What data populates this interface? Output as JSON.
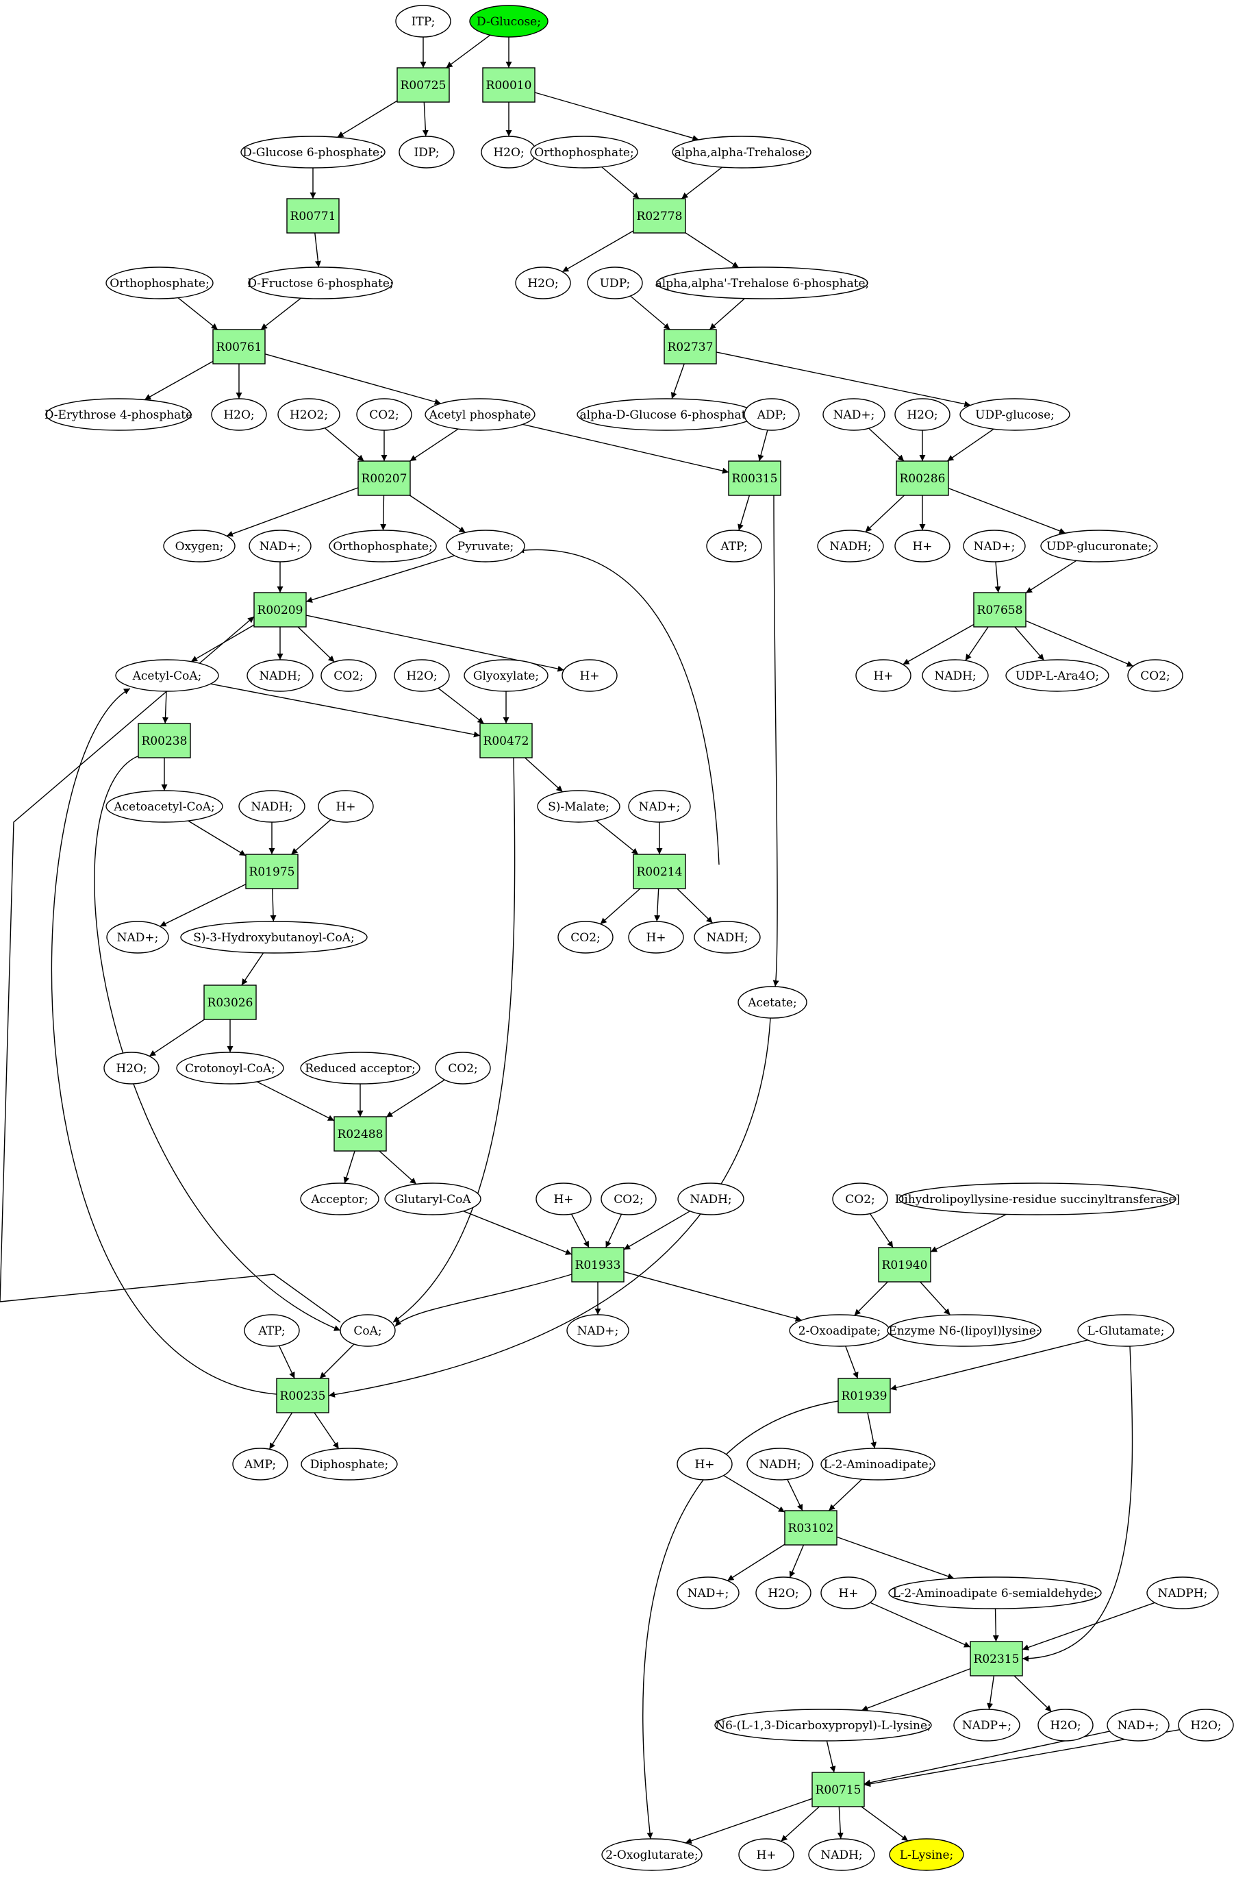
{
  "colors": {
    "reaction_fill": "#98F898",
    "compound_fill": "#FFFFFF",
    "source_fill": "#00EE00",
    "target_fill": "#FFFF00",
    "line": "#000000"
  },
  "source_compound": "D-Glucose;",
  "target_compound": "L-Lysine;",
  "compounds": [
    {
      "id": "itp",
      "label": "ITP;"
    },
    {
      "id": "dglc",
      "label": "D-Glucose;"
    },
    {
      "id": "g6p",
      "label": "D-Glucose 6-phosphate;"
    },
    {
      "id": "idp",
      "label": "IDP;"
    },
    {
      "id": "h2o_a",
      "label": "H2O;"
    },
    {
      "id": "pi_a",
      "label": "Orthophosphate;"
    },
    {
      "id": "tre",
      "label": "alpha,alpha-Trehalose;"
    },
    {
      "id": "pi_b",
      "label": "Orthophosphate;"
    },
    {
      "id": "f6p",
      "label": "D-Fructose 6-phosphate;"
    },
    {
      "id": "h2o_b",
      "label": "H2O;"
    },
    {
      "id": "udp",
      "label": "UDP;"
    },
    {
      "id": "t6p",
      "label": "alpha,alpha'-Trehalose 6-phosphate;"
    },
    {
      "id": "e4p",
      "label": "D-Erythrose 4-phosphate"
    },
    {
      "id": "h2o_c",
      "label": "H2O;"
    },
    {
      "id": "h2o2",
      "label": "H2O2;"
    },
    {
      "id": "co2_a",
      "label": "CO2;"
    },
    {
      "id": "acp",
      "label": "Acetyl phosphate"
    },
    {
      "id": "ag6p",
      "label": "alpha-D-Glucose 6-phosphate"
    },
    {
      "id": "adp",
      "label": "ADP;"
    },
    {
      "id": "nadp_a",
      "label": "NAD+;"
    },
    {
      "id": "h2o_d",
      "label": "H2O;"
    },
    {
      "id": "udpg",
      "label": "UDP-glucose;"
    },
    {
      "id": "oxy",
      "label": "Oxygen;"
    },
    {
      "id": "nad_b",
      "label": "NAD+;"
    },
    {
      "id": "pi_c",
      "label": "Orthophosphate;"
    },
    {
      "id": "pyr",
      "label": "Pyruvate;"
    },
    {
      "id": "atp_a",
      "label": "ATP;"
    },
    {
      "id": "nadh_a",
      "label": "NADH;"
    },
    {
      "id": "hp_a",
      "label": "H+"
    },
    {
      "id": "nad_c",
      "label": "NAD+;"
    },
    {
      "id": "udpgu",
      "label": "UDP-glucuronate;"
    },
    {
      "id": "accoa",
      "label": "Acetyl-CoA;"
    },
    {
      "id": "nadh_b",
      "label": "NADH;"
    },
    {
      "id": "co2_b",
      "label": "CO2;"
    },
    {
      "id": "h2o_e",
      "label": "H2O;"
    },
    {
      "id": "glx",
      "label": "Glyoxylate;"
    },
    {
      "id": "hp_b",
      "label": "H+"
    },
    {
      "id": "hp_c",
      "label": "H+"
    },
    {
      "id": "nadh_c",
      "label": "NADH;"
    },
    {
      "id": "udpara",
      "label": "UDP-L-Ara4O;"
    },
    {
      "id": "co2_c",
      "label": "CO2;"
    },
    {
      "id": "aacoa",
      "label": "Acetoacetyl-CoA;"
    },
    {
      "id": "nadh_d",
      "label": "NADH;"
    },
    {
      "id": "hp_d",
      "label": "H+"
    },
    {
      "id": "mal",
      "label": "S)-Malate;"
    },
    {
      "id": "nad_d",
      "label": "NAD+;"
    },
    {
      "id": "nad_e",
      "label": "NAD+;"
    },
    {
      "id": "hbcoa",
      "label": "S)-3-Hydroxybutanoyl-CoA;"
    },
    {
      "id": "co2_d",
      "label": "CO2;"
    },
    {
      "id": "hp_e",
      "label": "H+"
    },
    {
      "id": "nadh_e",
      "label": "NADH;"
    },
    {
      "id": "acet",
      "label": "Acetate;"
    },
    {
      "id": "h2o_f",
      "label": "H2O;"
    },
    {
      "id": "crcoa",
      "label": "Crotonoyl-CoA;"
    },
    {
      "id": "redacc",
      "label": "Reduced acceptor;"
    },
    {
      "id": "co2_e",
      "label": "CO2;"
    },
    {
      "id": "acc",
      "label": "Acceptor;"
    },
    {
      "id": "glucoa",
      "label": "Glutaryl-CoA"
    },
    {
      "id": "hp_f",
      "label": "H+"
    },
    {
      "id": "co2_f",
      "label": "CO2;"
    },
    {
      "id": "nadh_f",
      "label": "NADH;"
    },
    {
      "id": "co2_g",
      "label": "CO2;"
    },
    {
      "id": "dlst",
      "label": "Dihydrolipoyllysine-residue succinyltransferase]"
    },
    {
      "id": "atp_b",
      "label": "ATP;"
    },
    {
      "id": "coa",
      "label": "CoA;"
    },
    {
      "id": "nad_f",
      "label": "NAD+;"
    },
    {
      "id": "oxad",
      "label": "2-Oxoadipate;"
    },
    {
      "id": "enzl",
      "label": "Enzyme N6-(lipoyl)lysine;"
    },
    {
      "id": "lglu",
      "label": "L-Glutamate;"
    },
    {
      "id": "amp",
      "label": "AMP;"
    },
    {
      "id": "ppi",
      "label": "Diphosphate;"
    },
    {
      "id": "hp_g",
      "label": "H+"
    },
    {
      "id": "nadh_g",
      "label": "NADH;"
    },
    {
      "id": "laad",
      "label": "L-2-Aminoadipate;"
    },
    {
      "id": "nad_g",
      "label": "NAD+;"
    },
    {
      "id": "h2o_g",
      "label": "H2O;"
    },
    {
      "id": "hp_h",
      "label": "H+"
    },
    {
      "id": "laas",
      "label": "L-2-Aminoadipate 6-semialdehyde;"
    },
    {
      "id": "nadph",
      "label": "NADPH;"
    },
    {
      "id": "n6",
      "label": "N6-(L-1,3-Dicarboxypropyl)-L-lysine;"
    },
    {
      "id": "nadpp",
      "label": "NADP+;"
    },
    {
      "id": "h2o_h",
      "label": "H2O;"
    },
    {
      "id": "nad_h",
      "label": "NAD+;"
    },
    {
      "id": "h2o_i",
      "label": "H2O;"
    },
    {
      "id": "oxog",
      "label": "2-Oxoglutarate;"
    },
    {
      "id": "hp_i",
      "label": "H+"
    },
    {
      "id": "nadh_h",
      "label": "NADH;"
    },
    {
      "id": "lys",
      "label": "L-Lysine;"
    }
  ],
  "reactions": [
    {
      "id": "R00725",
      "label": "R00725"
    },
    {
      "id": "R00010",
      "label": "R00010"
    },
    {
      "id": "R02778",
      "label": "R02778"
    },
    {
      "id": "R00771",
      "label": "R00771"
    },
    {
      "id": "R02737",
      "label": "R02737"
    },
    {
      "id": "R00761",
      "label": "R00761"
    },
    {
      "id": "R00207",
      "label": "R00207"
    },
    {
      "id": "R00315",
      "label": "R00315"
    },
    {
      "id": "R00286",
      "label": "R00286"
    },
    {
      "id": "R00209",
      "label": "R00209"
    },
    {
      "id": "R07658",
      "label": "R07658"
    },
    {
      "id": "R00238",
      "label": "R00238"
    },
    {
      "id": "R00472",
      "label": "R00472"
    },
    {
      "id": "R01975",
      "label": "R01975"
    },
    {
      "id": "R00214",
      "label": "R00214"
    },
    {
      "id": "R03026",
      "label": "R03026"
    },
    {
      "id": "R02488",
      "label": "R02488"
    },
    {
      "id": "R01933",
      "label": "R01933"
    },
    {
      "id": "R01940",
      "label": "R01940"
    },
    {
      "id": "R00235",
      "label": "R00235"
    },
    {
      "id": "R01939",
      "label": "R01939"
    },
    {
      "id": "R03102",
      "label": "R03102"
    },
    {
      "id": "R02315",
      "label": "R02315"
    },
    {
      "id": "R00715",
      "label": "R00715"
    }
  ],
  "edges": [
    [
      "itp",
      "R00725"
    ],
    [
      "dglc",
      "R00725"
    ],
    [
      "dglc",
      "R00010"
    ],
    [
      "R00725",
      "g6p"
    ],
    [
      "R00725",
      "idp"
    ],
    [
      "R00010",
      "h2o_a"
    ],
    [
      "R00010",
      "tre"
    ],
    [
      "g6p",
      "R00771"
    ],
    [
      "R00771",
      "f6p"
    ],
    [
      "pi_a",
      "R02778"
    ],
    [
      "tre",
      "R02778"
    ],
    [
      "R02778",
      "h2o_b"
    ],
    [
      "R02778",
      "t6p"
    ],
    [
      "pi_b",
      "R00761"
    ],
    [
      "f6p",
      "R00761"
    ],
    [
      "udp",
      "R02737"
    ],
    [
      "t6p",
      "R02737"
    ],
    [
      "R00761",
      "e4p"
    ],
    [
      "R00761",
      "h2o_c"
    ],
    [
      "R00761",
      "acp"
    ],
    [
      "R02737",
      "ag6p"
    ],
    [
      "R02737",
      "udpg"
    ],
    [
      "h2o2",
      "R00207"
    ],
    [
      "co2_a",
      "R00207"
    ],
    [
      "acp",
      "R00207"
    ],
    [
      "acp",
      "R00315"
    ],
    [
      "adp",
      "R00315"
    ],
    [
      "nadp_a",
      "R00286"
    ],
    [
      "h2o_d",
      "R00286"
    ],
    [
      "udpg",
      "R00286"
    ],
    [
      "R00207",
      "oxy"
    ],
    [
      "R00207",
      "pi_c"
    ],
    [
      "R00207",
      "pyr"
    ],
    [
      "R00315",
      "atp_a"
    ],
    [
      "R00315",
      "acet"
    ],
    [
      "R00286",
      "nadh_a"
    ],
    [
      "R00286",
      "hp_a"
    ],
    [
      "R00286",
      "udpgu"
    ],
    [
      "nad_b",
      "R00209"
    ],
    [
      "pyr",
      "R00209"
    ],
    [
      "nad_c",
      "R07658"
    ],
    [
      "udpgu",
      "R07658"
    ],
    [
      "R00209",
      "accoa"
    ],
    [
      "R00209",
      "nadh_b"
    ],
    [
      "R00209",
      "co2_b"
    ],
    [
      "R00209",
      "hp_b"
    ],
    [
      "R07658",
      "hp_c"
    ],
    [
      "R07658",
      "nadh_c"
    ],
    [
      "R07658",
      "udpara"
    ],
    [
      "R07658",
      "co2_c"
    ],
    [
      "accoa",
      "R00238"
    ],
    [
      "accoa",
      "R00472"
    ],
    [
      "h2o_e",
      "R00472"
    ],
    [
      "glx",
      "R00472"
    ],
    [
      "R00238",
      "aacoa"
    ],
    [
      "R00238",
      "coa"
    ],
    [
      "R00472",
      "mal"
    ],
    [
      "R00472",
      "coa"
    ],
    [
      "aacoa",
      "R01975"
    ],
    [
      "nadh_d",
      "R01975"
    ],
    [
      "hp_d",
      "R01975"
    ],
    [
      "mal",
      "R00214"
    ],
    [
      "nad_d",
      "R00214"
    ],
    [
      "R01975",
      "nad_e"
    ],
    [
      "R01975",
      "hbcoa"
    ],
    [
      "R00214",
      "co2_d"
    ],
    [
      "R00214",
      "hp_e"
    ],
    [
      "R00214",
      "nadh_e"
    ],
    [
      "R00214",
      "pyr"
    ],
    [
      "hbcoa",
      "R03026"
    ],
    [
      "R03026",
      "h2o_f"
    ],
    [
      "R03026",
      "crcoa"
    ],
    [
      "crcoa",
      "R02488"
    ],
    [
      "redacc",
      "R02488"
    ],
    [
      "co2_e",
      "R02488"
    ],
    [
      "R02488",
      "acc"
    ],
    [
      "R02488",
      "glucoa"
    ],
    [
      "glucoa",
      "R01933"
    ],
    [
      "hp_f",
      "R01933"
    ],
    [
      "co2_f",
      "R01933"
    ],
    [
      "nadh_f",
      "R01933"
    ],
    [
      "co2_g",
      "R01940"
    ],
    [
      "dlst",
      "R01940"
    ],
    [
      "R01933",
      "coa"
    ],
    [
      "R01933",
      "nad_f"
    ],
    [
      "R01933",
      "oxad"
    ],
    [
      "R01940",
      "oxad"
    ],
    [
      "R01940",
      "enzl"
    ],
    [
      "coa",
      "R00209"
    ],
    [
      "atp_b",
      "R00235"
    ],
    [
      "coa",
      "R00235"
    ],
    [
      "acet",
      "R00235"
    ],
    [
      "R00235",
      "amp"
    ],
    [
      "R00235",
      "ppi"
    ],
    [
      "R00235",
      "accoa"
    ],
    [
      "oxad",
      "R01939"
    ],
    [
      "lglu",
      "R01939"
    ],
    [
      "lglu",
      "R02315"
    ],
    [
      "R01939",
      "laad"
    ],
    [
      "R01939",
      "oxog"
    ],
    [
      "hp_g",
      "R03102"
    ],
    [
      "nadh_g",
      "R03102"
    ],
    [
      "laad",
      "R03102"
    ],
    [
      "R03102",
      "nad_g"
    ],
    [
      "R03102",
      "h2o_g"
    ],
    [
      "R03102",
      "laas"
    ],
    [
      "hp_h",
      "R02315"
    ],
    [
      "laas",
      "R02315"
    ],
    [
      "nadph",
      "R02315"
    ],
    [
      "R02315",
      "n6"
    ],
    [
      "R02315",
      "nadpp"
    ],
    [
      "R02315",
      "h2o_h"
    ],
    [
      "n6",
      "R00715"
    ],
    [
      "nad_h",
      "R00715"
    ],
    [
      "h2o_i",
      "R00715"
    ],
    [
      "R00715",
      "oxog"
    ],
    [
      "R00715",
      "hp_i"
    ],
    [
      "R00715",
      "nadh_h"
    ],
    [
      "R00715",
      "lys"
    ]
  ]
}
